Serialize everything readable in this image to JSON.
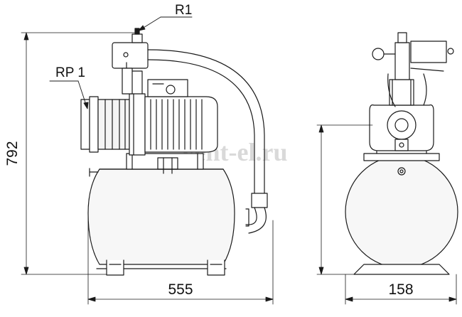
{
  "labels": {
    "r1": "R1",
    "rp1": "RP 1",
    "height": "792",
    "length": "555",
    "width": "158"
  },
  "watermark": "vent-el.ru",
  "colors": {
    "line": "#1a1a1a",
    "fill_light": "#f2f2f2",
    "fill_mid": "#dcdcdc",
    "watermark": "#d9d9d9"
  }
}
